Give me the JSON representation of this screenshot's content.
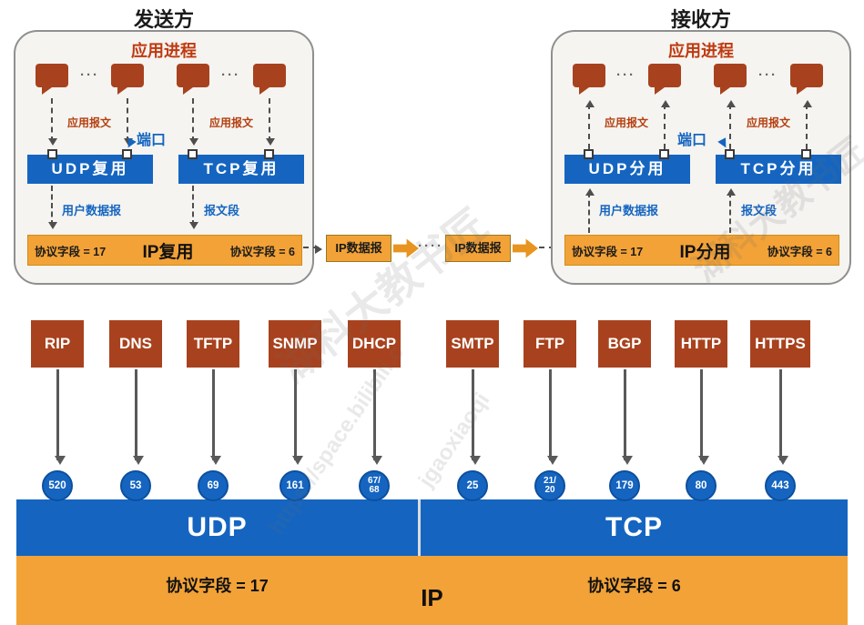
{
  "sender": {
    "title": "发送方",
    "section_label": "应用进程",
    "dots": "···",
    "app_message_label": "应用报文",
    "port_label": "端口",
    "udp_label": "UDP复用",
    "tcp_label": "TCP复用",
    "udp_pdu_label": "用户数据报",
    "tcp_pdu_label": "报文段",
    "ip_bar": {
      "left": "协议字段 = 17",
      "center": "IP复用",
      "right": "协议字段 = 6"
    }
  },
  "receiver": {
    "title": "接收方",
    "section_label": "应用进程",
    "dots": "···",
    "app_message_label": "应用报文",
    "port_label": "端口",
    "udp_label": "UDP分用",
    "tcp_label": "TCP分用",
    "udp_pdu_label": "用户数据报",
    "tcp_pdu_label": "报文段",
    "ip_bar": {
      "left": "协议字段 = 17",
      "center": "IP分用",
      "right": "协议字段 = 6"
    }
  },
  "transit": {
    "datagram_label": "IP数据报",
    "dots": "····"
  },
  "app_protocols": [
    {
      "name": "RIP",
      "port": "520"
    },
    {
      "name": "DNS",
      "port": "53"
    },
    {
      "name": "TFTP",
      "port": "69"
    },
    {
      "name": "SNMP",
      "port": "161"
    },
    {
      "name": "DHCP",
      "port": "67/\n68"
    },
    {
      "name": "SMTP",
      "port": "25"
    },
    {
      "name": "FTP",
      "port": "21/\n20"
    },
    {
      "name": "BGP",
      "port": "179"
    },
    {
      "name": "HTTP",
      "port": "80"
    },
    {
      "name": "HTTPS",
      "port": "443"
    }
  ],
  "transport_layer": {
    "udp": "UDP",
    "tcp": "TCP"
  },
  "network_layer": {
    "left": "协议字段 = 17",
    "center": "IP",
    "right": "协议字段 = 6"
  },
  "watermarks": [
    "湖科大教书匠",
    "https://space.bilibili.c",
    "jgaoxiaoqi",
    "湖科大教书匠"
  ],
  "colors": {
    "blue": "#1565C0",
    "orange": "#F2A237",
    "brick": "#A8421E",
    "arrow_gray": "#4E4E4E"
  }
}
